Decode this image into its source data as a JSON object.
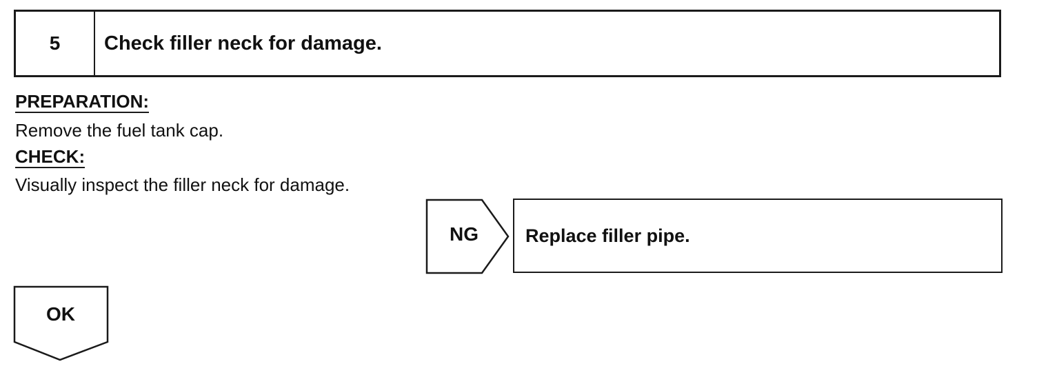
{
  "step": {
    "number": "5",
    "title": "Check filler neck for damage."
  },
  "preparation": {
    "label": "PREPARATION:",
    "text": "Remove the fuel tank cap."
  },
  "check": {
    "label": "CHECK:",
    "text": "Visually inspect the filler neck for damage."
  },
  "ng_branch": {
    "label": "NG",
    "action": "Replace filler pipe."
  },
  "ok_branch": {
    "label": "OK"
  }
}
